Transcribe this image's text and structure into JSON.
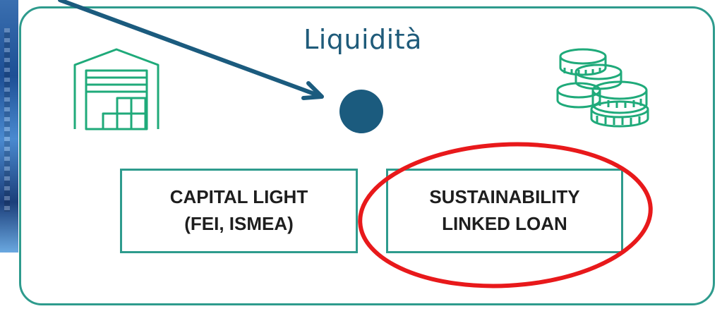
{
  "title": "Liquidità",
  "boxes": [
    {
      "line1": "CAPITAL LIGHT",
      "line2": "(FEI, ISMEA)"
    },
    {
      "line1": "SUSTAINABILITY",
      "line2": "LINKED LOAN"
    }
  ],
  "colors": {
    "frame": "#2e9b8d",
    "title": "#1f5b7a",
    "arrow": "#1b5b7e",
    "dot": "#1b5b7e",
    "highlight": "#e8191b",
    "icons": "#1faa7a"
  },
  "icons": [
    "warehouse-icon",
    "coins-icon"
  ]
}
